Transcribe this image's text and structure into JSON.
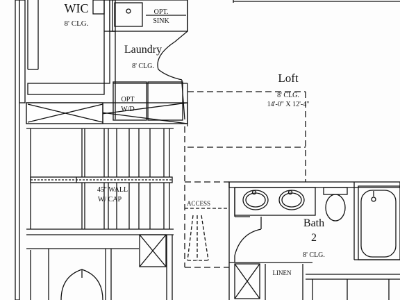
{
  "rooms": {
    "wic": {
      "name": "WIC",
      "ceiling": "8' CLG."
    },
    "laundry": {
      "name": "Laundry",
      "ceiling": "8' CLG."
    },
    "loft": {
      "name": "Loft",
      "ceiling": "8' CLG.",
      "size": "14'-0\" X 12'-4\""
    },
    "bath": {
      "name": "Bath",
      "number": "2",
      "ceiling": "8' CLG."
    }
  },
  "annotations": {
    "opt_sink": [
      "OPT.",
      "SINK"
    ],
    "opt_wd": [
      "OPT",
      "W/D"
    ],
    "wall_cap": [
      "45\" WALL",
      "W/ CAP"
    ],
    "access": "ACCESS",
    "linen": "LINEN"
  }
}
